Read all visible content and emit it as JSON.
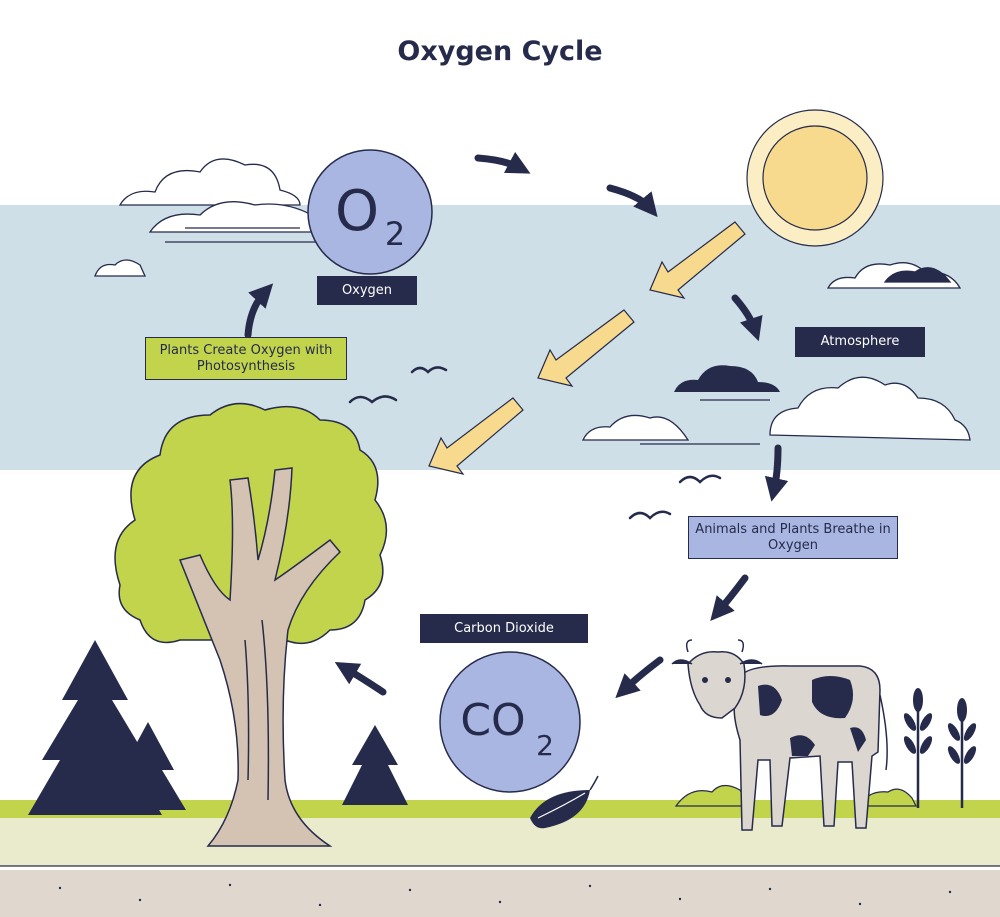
{
  "title": "Oxygen Cycle",
  "labels": {
    "oxygen": "Oxygen",
    "atmosphere": "Atmosphere",
    "plants_create_oxygen": "Plants Create Oxygen with Photosynthesis",
    "animals_plants_breathe": "Animals and Plants Breathe in Oxygen",
    "carbon_dioxide": "Carbon Dioxide"
  },
  "molecules": {
    "o2": {
      "main": "O",
      "sub": "2"
    },
    "co2": {
      "main": "CO",
      "sub": "2"
    }
  },
  "colors": {
    "navy": "#262b4b",
    "sky": "#cfdfe8",
    "sun": "#f8da8e",
    "grass": "#c2d44c",
    "molecule": "#a9b6e2",
    "bark": "#d4c3b2",
    "ground": "#e9ebcc"
  }
}
